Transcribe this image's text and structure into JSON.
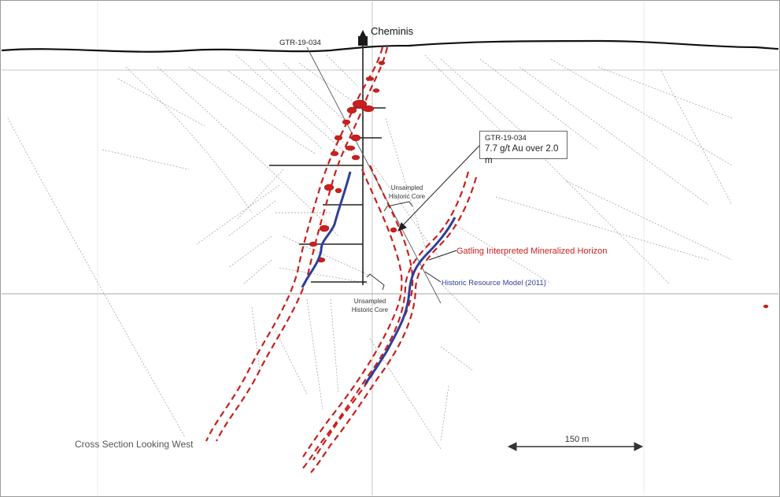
{
  "labels": {
    "collar_name": "Cheminis",
    "hole_id": "GTR-19-034",
    "callout_hole": "GTR-19-034",
    "callout_result": "7.7 g/t Au over 2.0 m",
    "unsampled_upper_1": "Unsampled",
    "unsampled_upper_2": "Historic Core",
    "unsampled_lower_1": "Unsampled",
    "unsampled_lower_2": "Historic Core",
    "gatling_horizon": "Gatling Interpreted Mineralized Horizon",
    "historic_model": "Historic Resource Model (2011)",
    "section_title": "Cross Section Looking West",
    "scale_label": "150 m"
  },
  "colors": {
    "horizon_red": "#c8201e",
    "model_blue": "#2f3f9a",
    "topo": "#111111",
    "drill": "#777777"
  },
  "icons": [
    "headframe-icon"
  ]
}
